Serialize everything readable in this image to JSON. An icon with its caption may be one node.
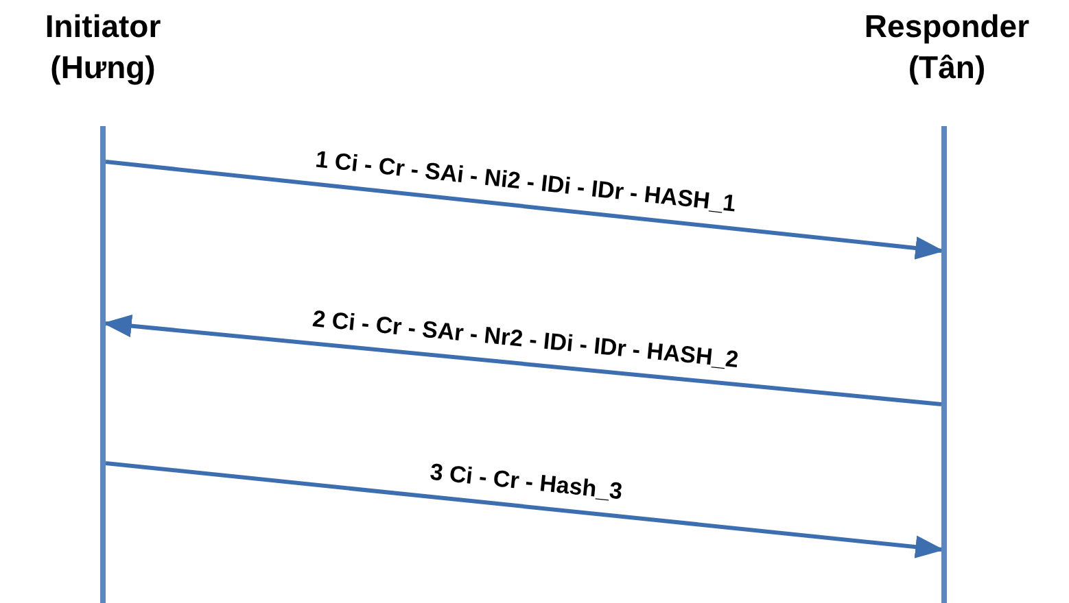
{
  "diagram": {
    "nodes": [
      {
        "text": [
          "Initiator (Hưng)"
        ]
      },
      {
        "text": [
          "Responder (Tân)"
        ]
      },
      {
        "text": [],
        "shape": "bar"
      },
      {
        "text": [],
        "shape": "bar"
      }
    ],
    "edges": [
      {
        "from": 2,
        "to": 3,
        "arrow": "to",
        "label": "1 Ci - Cr - SAi - Ni2 - IDi - IDr - HASH_1"
      },
      {
        "from": 3,
        "to": 2,
        "arrow": "to",
        "label": "2 Ci - Cr - SAr - Nr2 - IDi - IDr - HASH_2"
      },
      {
        "from": 2,
        "to": 3,
        "arrow": "to",
        "label": "3 Ci - Cr - Hash_3"
      }
    ]
  }
}
